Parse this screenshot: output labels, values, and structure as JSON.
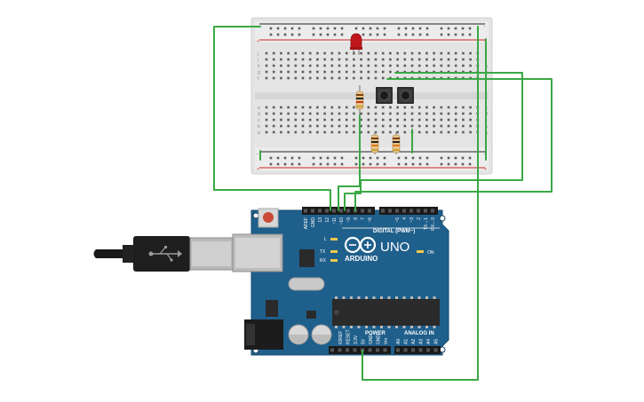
{
  "board": {
    "brand": "ARDUINO",
    "model": "UNO",
    "digital_header": "DIGITAL (PWM~)",
    "power_header": "POWER",
    "analog_header": "ANALOG IN",
    "on_label": "ON",
    "led_labels": [
      "L",
      "TX",
      "RX"
    ],
    "digital_pins": [
      "AREF",
      "GND",
      "13",
      "12",
      "~11",
      "~10",
      "~9",
      "8",
      "7",
      "~6",
      "~5",
      "4",
      "~3",
      "2",
      "TX→1",
      "RX←0"
    ],
    "power_pins": [
      "IOREF",
      "RESET",
      "3.3V",
      "5V",
      "GND",
      "GND",
      "Vin"
    ],
    "analog_pins": [
      "A0",
      "A1",
      "A2",
      "A3",
      "A4",
      "A5"
    ]
  },
  "breadboard": {
    "row_letters_top": [
      "j",
      "i",
      "h",
      "g",
      "f"
    ],
    "row_letters_bottom": [
      "e",
      "d",
      "c",
      "b",
      "a"
    ],
    "rail_plus": "+",
    "rail_minus": "-"
  },
  "colors": {
    "board_blue": "#1f5f8b",
    "wire_green": "#3aa845",
    "led_red": "#c0171d",
    "breadboard": "#e6e6e6"
  }
}
